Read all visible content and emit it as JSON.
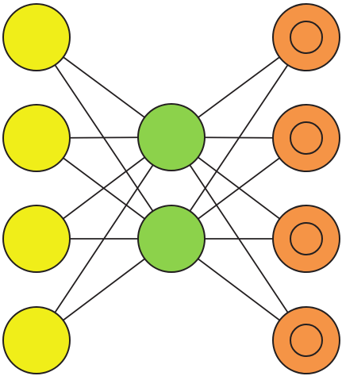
{
  "colors": {
    "input": "#f0ee19",
    "hidden": "#8cd24b",
    "output": "#f59446",
    "line": "#231f20"
  },
  "network": {
    "layers": [
      {
        "id": "input",
        "count": 4,
        "style": "plain"
      },
      {
        "id": "hidden",
        "count": 2,
        "style": "plain"
      },
      {
        "id": "output",
        "count": 4,
        "style": "ring"
      }
    ],
    "connectivity": "fully-connected"
  }
}
